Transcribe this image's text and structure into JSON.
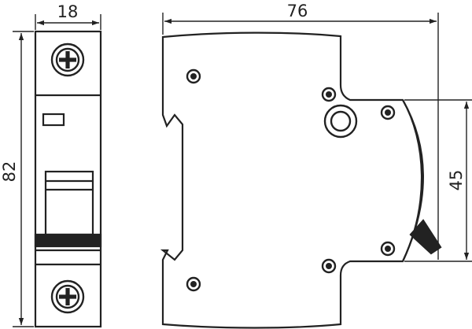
{
  "dimensions": {
    "front_width": "18",
    "front_height": "82",
    "side_width": "76",
    "side_height": "45"
  },
  "colors": {
    "line": "#222222",
    "background": "#ffffff"
  },
  "icons": {
    "terminal_screw": "plus-screw-icon",
    "mounting_hole": "rivet-hole-icon",
    "indicator": "ring-indicator-icon"
  }
}
